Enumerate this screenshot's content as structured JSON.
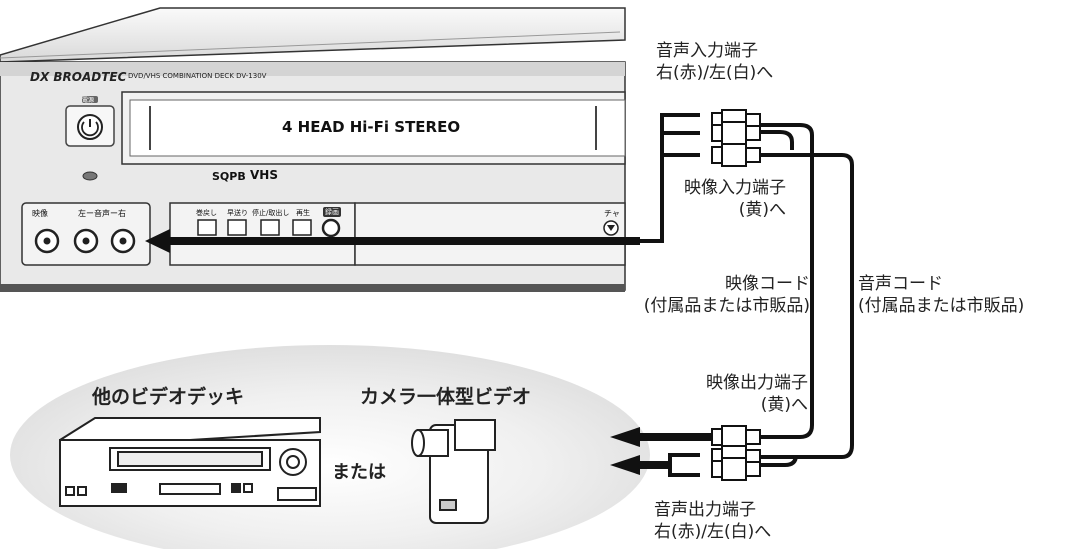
{
  "deck": {
    "brand": "DX BROADTEC",
    "model": "DVD/VHS COMBINATION DECK  DV-130V",
    "head_label": "4 HEAD Hi-Fi STEREO",
    "logos": "SQPB",
    "vhs": "VHS",
    "power_label": "電源",
    "input_label_video": "映像",
    "input_label_audio": "左ー音声ー右",
    "buttons": [
      "巻戻し",
      "早送り",
      "停止/取出し",
      "再生",
      "録画"
    ],
    "channel": "チャ"
  },
  "labels": {
    "audio_in": [
      "音声入力端子",
      "右(赤)/左(白)へ"
    ],
    "video_in": [
      "映像入力端子",
      "(黄)へ"
    ],
    "video_cord": [
      "映像コード",
      "(付属品または市販品)"
    ],
    "audio_cord": [
      "音声コード",
      "(付属品または市販品)"
    ],
    "video_out": [
      "映像出力端子",
      "(黄)へ"
    ],
    "audio_out": [
      "音声出力端子",
      "右(赤)/左(白)へ"
    ]
  },
  "sources": {
    "vcr": "他のビデオデッキ",
    "camera": "カメラ一体型ビデオ",
    "or": "または"
  }
}
